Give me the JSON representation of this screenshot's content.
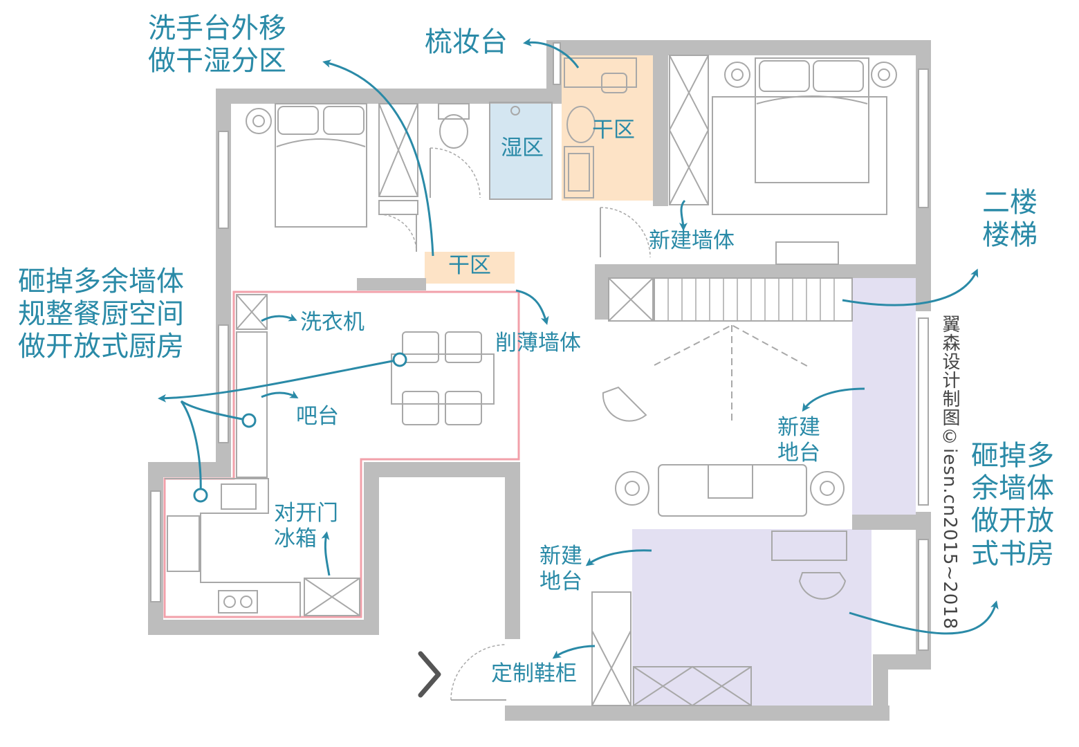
{
  "labels": {
    "sink_move_1": "洗手台外移",
    "sink_move_2": "做干湿分区",
    "dresser": "梳妆台",
    "wet_zone": "湿区",
    "dry_zone_upper": "干区",
    "dry_zone_lower": "干区",
    "new_wall": "新建墙体",
    "stairs_1": "二楼",
    "stairs_2": "楼梯",
    "kitchen_1": "砸掉多余墙体",
    "kitchen_2": "规整餐厨空间",
    "kitchen_3": "做开放式厨房",
    "washer": "洗衣机",
    "thin_wall": "削薄墙体",
    "bar": "吧台",
    "fridge_1": "对开门",
    "fridge_2": "冰箱",
    "platform_living_1": "新建",
    "platform_living_2": "地台",
    "platform_study_1": "新建",
    "platform_study_2": "地台",
    "study_1": "砸掉多",
    "study_2": "余墙体",
    "study_3": "做开放",
    "study_4": "式书房",
    "shoe_cabinet": "定制鞋柜",
    "credit": "翼森设计制图©iesn.cn2015~2018"
  },
  "colors": {
    "accent": "#2a8aa7",
    "wall": "#bdbdbd",
    "furniture": "#a8a8a8",
    "kitchen_outline": "#f2a0aa",
    "wet_zone_fill": "#d4e6f1",
    "dry_zone_fill": "#fde3c6",
    "study_fill": "#e3e0f2"
  },
  "icons": [
    "chevron-right-icon"
  ]
}
